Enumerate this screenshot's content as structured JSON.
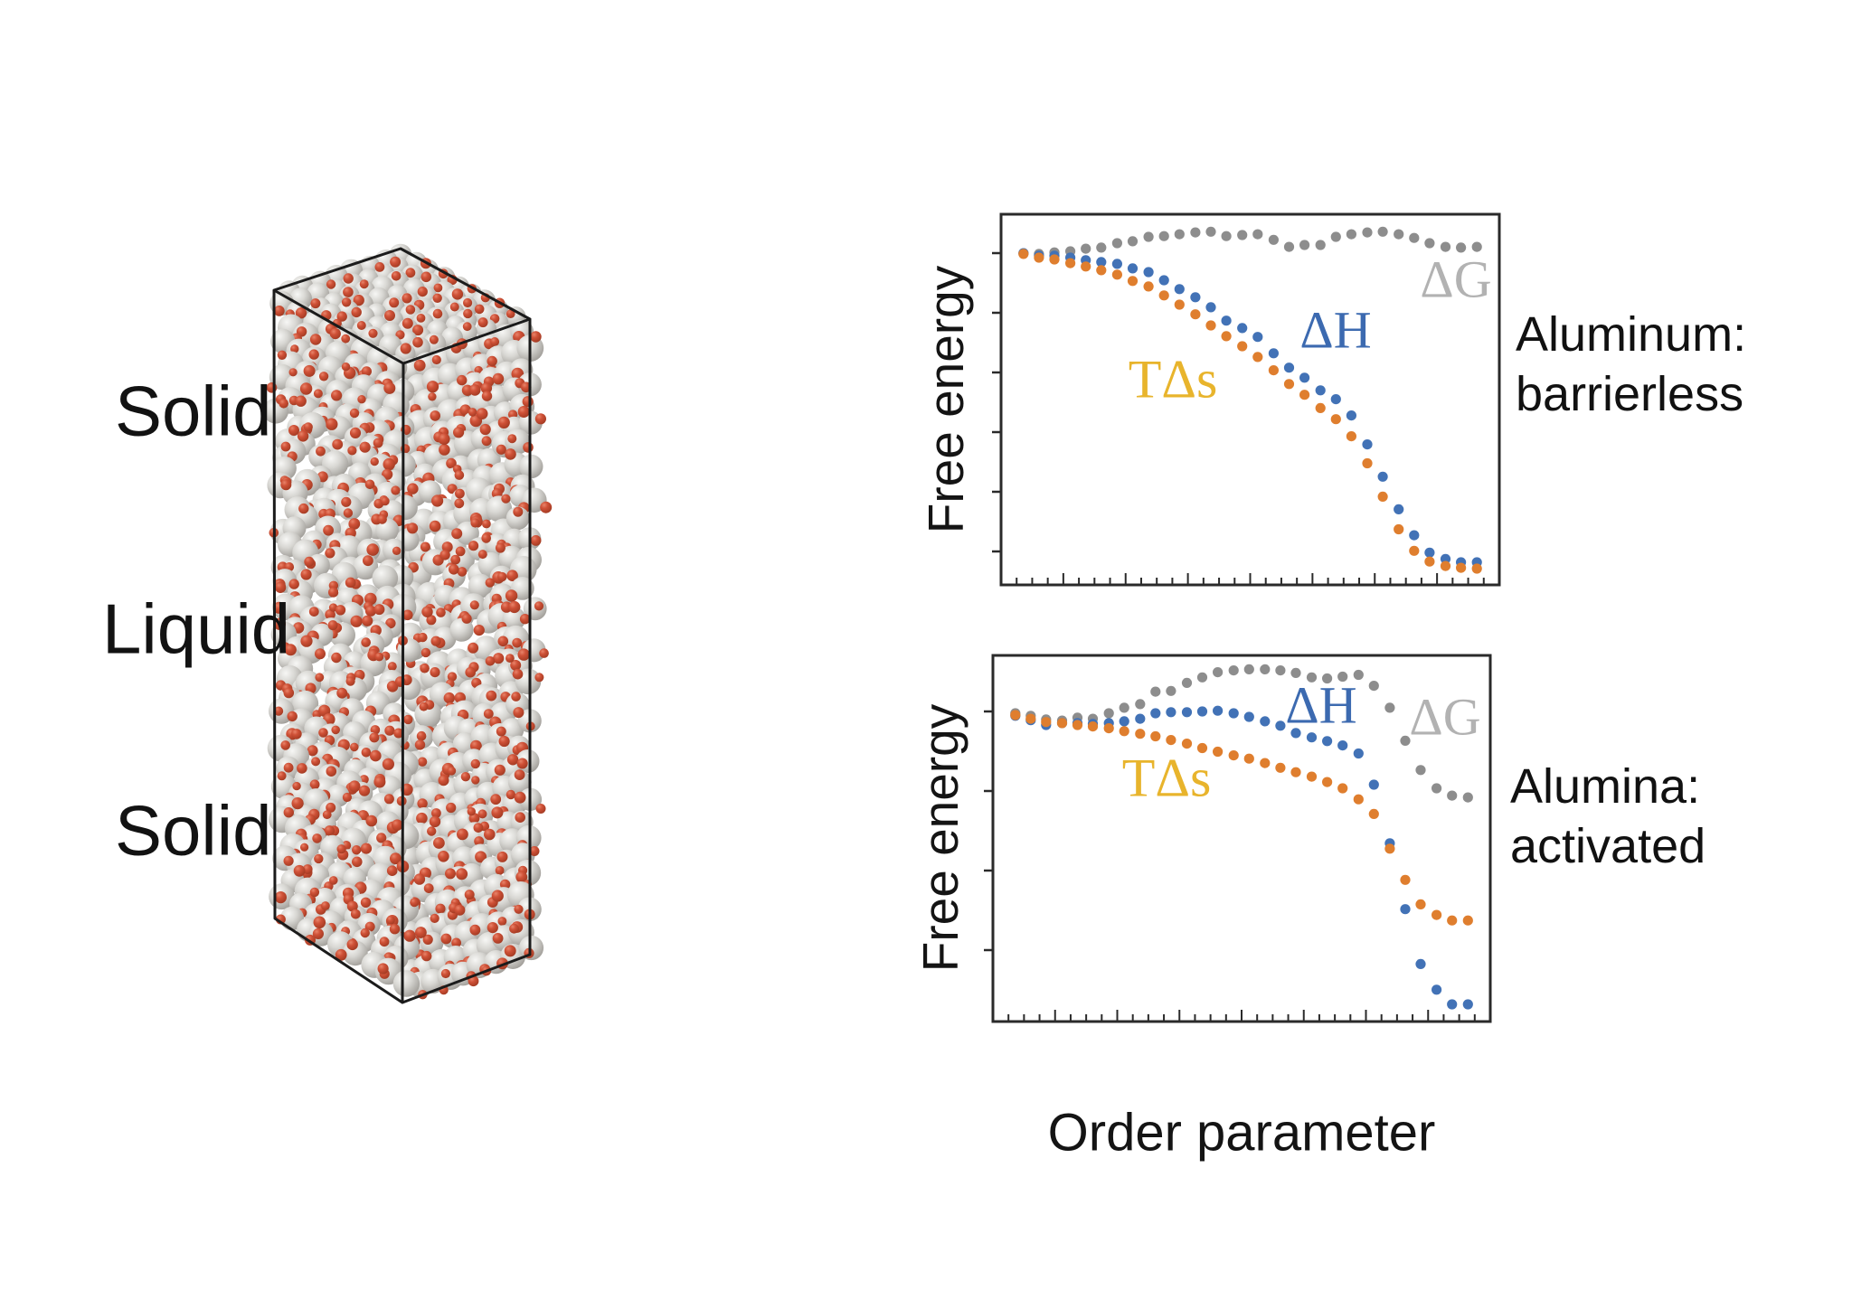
{
  "left_panel": {
    "labels": [
      "Solid",
      "Liquid",
      "Solid"
    ],
    "atom_colors": {
      "large_sphere": "#d8d7d3",
      "small_sphere": "#cf5137"
    },
    "box_outline_color": "#1b1b1b"
  },
  "axes": {
    "ylabel": "Free energy",
    "xlabel": "Order parameter"
  },
  "series_labels": {
    "tds": "TΔs",
    "dh": "ΔH",
    "dg": "ΔG"
  },
  "captions": {
    "top": [
      "Aluminum:",
      "barrierless"
    ],
    "bottom": [
      "Alumina:",
      "activated"
    ]
  },
  "colors": {
    "dg_dots": "#8d8d8d",
    "dh_dots": "#4272b6",
    "tds_dots": "#df7e2e",
    "dg_label": "#b2b2b2",
    "dh_label": "#3c6ab0",
    "tds_label": "#e8b42c",
    "frame": "#2a2a2a",
    "text": "#141414"
  },
  "chart_data": [
    {
      "type": "scatter",
      "title": "Aluminum: barrierless",
      "xlabel": "Order parameter",
      "ylabel": "Free energy",
      "y_units": "arbitrary (axes unlabeled); 0 = initial free energy level",
      "xlim": [
        0,
        1
      ],
      "ylim": [
        -0.9,
        0.11
      ],
      "legend_position": "in-plot text labels",
      "grid": false,
      "x": [
        0.045,
        0.076,
        0.107,
        0.139,
        0.17,
        0.201,
        0.233,
        0.264,
        0.296,
        0.327,
        0.358,
        0.39,
        0.421,
        0.452,
        0.484,
        0.515,
        0.547,
        0.578,
        0.609,
        0.641,
        0.672,
        0.703,
        0.735,
        0.766,
        0.798,
        0.829,
        0.86,
        0.892,
        0.923,
        0.955
      ],
      "series": [
        {
          "name": "ΔG",
          "color": "#8d8d8d",
          "values": [
            0.0,
            -0.002,
            0.002,
            0.005,
            0.012,
            0.015,
            0.027,
            0.032,
            0.044,
            0.046,
            0.051,
            0.056,
            0.058,
            0.046,
            0.049,
            0.051,
            0.036,
            0.017,
            0.022,
            0.022,
            0.044,
            0.051,
            0.056,
            0.058,
            0.051,
            0.041,
            0.027,
            0.017,
            0.015,
            0.017
          ]
        },
        {
          "name": "ΔH",
          "color": "#4272b6",
          "values": [
            0.0,
            -0.007,
            -0.007,
            -0.012,
            -0.019,
            -0.024,
            -0.029,
            -0.041,
            -0.051,
            -0.073,
            -0.097,
            -0.119,
            -0.146,
            -0.182,
            -0.202,
            -0.226,
            -0.27,
            -0.309,
            -0.336,
            -0.37,
            -0.394,
            -0.438,
            -0.516,
            -0.603,
            -0.691,
            -0.761,
            -0.808,
            -0.825,
            -0.834,
            -0.834
          ]
        },
        {
          "name": "TΔs",
          "color": "#df7e2e",
          "values": [
            -0.002,
            -0.012,
            -0.017,
            -0.027,
            -0.036,
            -0.046,
            -0.058,
            -0.075,
            -0.09,
            -0.114,
            -0.139,
            -0.165,
            -0.195,
            -0.224,
            -0.251,
            -0.28,
            -0.316,
            -0.353,
            -0.382,
            -0.418,
            -0.448,
            -0.494,
            -0.567,
            -0.657,
            -0.745,
            -0.803,
            -0.832,
            -0.844,
            -0.849,
            -0.851
          ]
        }
      ]
    },
    {
      "type": "scatter",
      "title": "Alumina: activated",
      "xlabel": "Order parameter",
      "ylabel": "Free energy",
      "y_units": "arbitrary (axes unlabeled); 0 = initial free energy level",
      "xlim": [
        0,
        1
      ],
      "ylim": [
        -0.85,
        0.15
      ],
      "legend_position": "in-plot text labels",
      "grid": false,
      "x": [
        0.045,
        0.076,
        0.107,
        0.139,
        0.17,
        0.201,
        0.233,
        0.264,
        0.296,
        0.327,
        0.358,
        0.39,
        0.421,
        0.452,
        0.484,
        0.515,
        0.547,
        0.578,
        0.609,
        0.641,
        0.672,
        0.703,
        0.735,
        0.766,
        0.798,
        0.829,
        0.86,
        0.892,
        0.923,
        0.955
      ],
      "series": [
        {
          "name": "ΔG",
          "color": "#8d8d8d",
          "values": [
            -0.005,
            -0.012,
            -0.022,
            -0.025,
            -0.017,
            -0.02,
            -0.005,
            0.01,
            0.02,
            0.054,
            0.056,
            0.078,
            0.093,
            0.107,
            0.112,
            0.115,
            0.115,
            0.112,
            0.105,
            0.093,
            0.09,
            0.095,
            0.1,
            0.07,
            0.01,
            -0.08,
            -0.16,
            -0.21,
            -0.23,
            -0.235
          ]
        },
        {
          "name": "ΔH",
          "color": "#4272b6",
          "values": [
            -0.012,
            -0.024,
            -0.037,
            -0.032,
            -0.032,
            -0.034,
            -0.032,
            -0.027,
            -0.02,
            -0.005,
            -0.002,
            -0.002,
            0.0,
            0.002,
            -0.005,
            -0.015,
            -0.027,
            -0.039,
            -0.059,
            -0.071,
            -0.081,
            -0.093,
            -0.115,
            -0.2,
            -0.36,
            -0.54,
            -0.69,
            -0.76,
            -0.8,
            -0.8
          ]
        },
        {
          "name": "TΔs",
          "color": "#df7e2e",
          "values": [
            -0.01,
            -0.02,
            -0.029,
            -0.032,
            -0.037,
            -0.041,
            -0.046,
            -0.054,
            -0.061,
            -0.068,
            -0.078,
            -0.088,
            -0.1,
            -0.11,
            -0.12,
            -0.129,
            -0.141,
            -0.154,
            -0.166,
            -0.178,
            -0.193,
            -0.21,
            -0.24,
            -0.28,
            -0.375,
            -0.46,
            -0.527,
            -0.556,
            -0.571,
            -0.571
          ]
        }
      ]
    }
  ]
}
